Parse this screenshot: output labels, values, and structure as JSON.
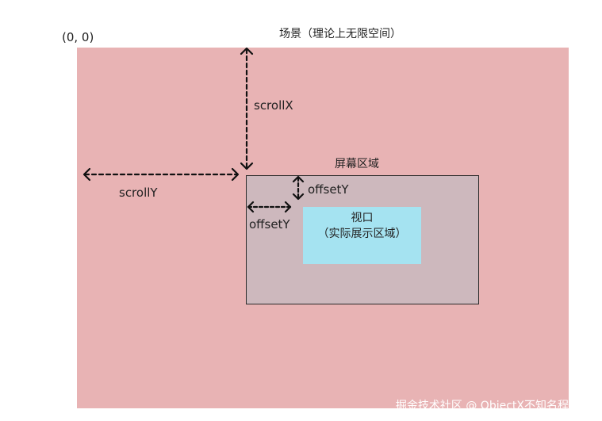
{
  "origin_label": "(0, 0)",
  "scene_label": "场景（理论上无限空间）",
  "screen_label": "屏幕区域",
  "viewport_label": "视口",
  "viewport_sublabel": "（实际展示区域）",
  "arrows": {
    "scroll_vertical_label": "scrollX",
    "scroll_horizontal_label": "scrollY",
    "offset_vertical_label": "offsetY",
    "offset_horizontal_label": "offsetY"
  },
  "watermark": "掘金技术社区 @ ObjectX不知名程序员",
  "colors": {
    "scene": "#e8b3b4",
    "screen": "#cdb8bd",
    "viewport": "#a5e3f1"
  }
}
